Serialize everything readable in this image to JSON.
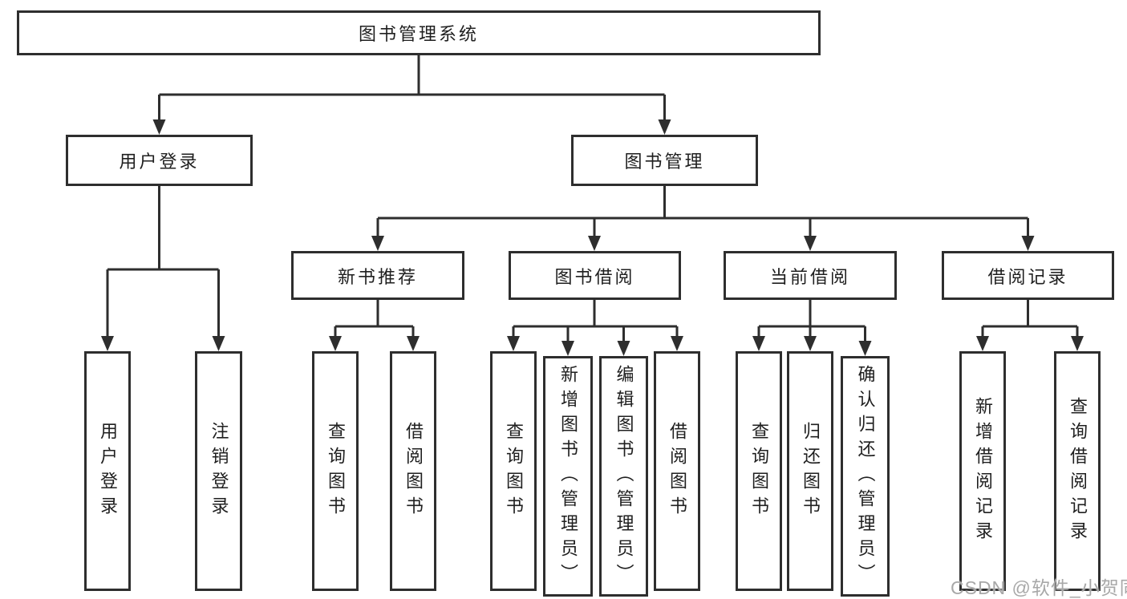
{
  "tree": {
    "root": {
      "label": "图书管理系统",
      "children": [
        {
          "label": "用户登录",
          "children": [
            {
              "label": "用户登录"
            },
            {
              "label": "注销登录"
            }
          ]
        },
        {
          "label": "图书管理",
          "children": [
            {
              "label": "新书推荐",
              "children": [
                {
                  "label": "查询图书"
                },
                {
                  "label": "借阅图书"
                }
              ]
            },
            {
              "label": "图书借阅",
              "children": [
                {
                  "label": "查询图书"
                },
                {
                  "label": "新增图书（管理员）"
                },
                {
                  "label": "编辑图书（管理员）"
                },
                {
                  "label": "借阅图书"
                }
              ]
            },
            {
              "label": "当前借阅",
              "children": [
                {
                  "label": "查询图书"
                },
                {
                  "label": "归还图书"
                },
                {
                  "label": "确认归还（管理员）"
                }
              ]
            },
            {
              "label": "借阅记录",
              "children": [
                {
                  "label": "新增借阅记录"
                },
                {
                  "label": "查询借阅记录"
                }
              ]
            }
          ]
        }
      ]
    }
  },
  "watermark": {
    "text": "CSDN @软件_小贺同学"
  },
  "colors": {
    "line": "#2e2e2e",
    "text": "#1f1f1f",
    "watermark": "#a8a8a8",
    "background": "#ffffff"
  }
}
